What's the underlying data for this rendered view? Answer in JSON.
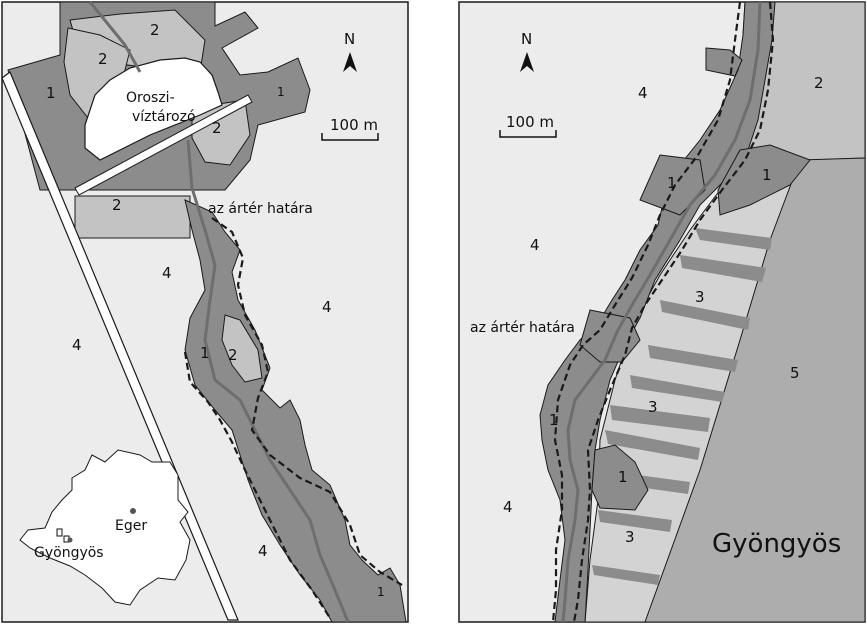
{
  "colors": {
    "zone1": "#8c8c8c",
    "zone2": "#c3c3c3",
    "zone3": "#d3d3d3",
    "zone4": "#ececec",
    "zone5": "#adadad",
    "water": "#ffffff",
    "stream": "#6e6e6e",
    "outline": "#1a1a1a"
  },
  "left_panel": {
    "north": "N",
    "scale": "100 m",
    "reservoir_line1": "Oroszi-",
    "reservoir_line2": "víztározó",
    "floodplain_label": "az ártér határa",
    "zones": {
      "z1a": "1",
      "z1b": "1",
      "z1c": "1",
      "z1d": "1",
      "z2a": "2",
      "z2b": "2",
      "z2c": "2",
      "z2d": "2",
      "z2e": "2",
      "z4a": "4",
      "z4b": "4",
      "z4c": "4",
      "z4d": "4"
    },
    "inset": {
      "city1": "Eger",
      "city2": "Gyöngyös"
    }
  },
  "right_panel": {
    "north": "N",
    "scale": "100 m",
    "floodplain_label": "az ártér határa",
    "city": "Gyöngyös",
    "zones": {
      "z1a": "1",
      "z1b": "1",
      "z1c": "1",
      "z1d": "1",
      "z2a": "2",
      "z3a": "3",
      "z3b": "3",
      "z3c": "3",
      "z4a": "4",
      "z4b": "4",
      "z4c": "4",
      "z5a": "5"
    }
  }
}
